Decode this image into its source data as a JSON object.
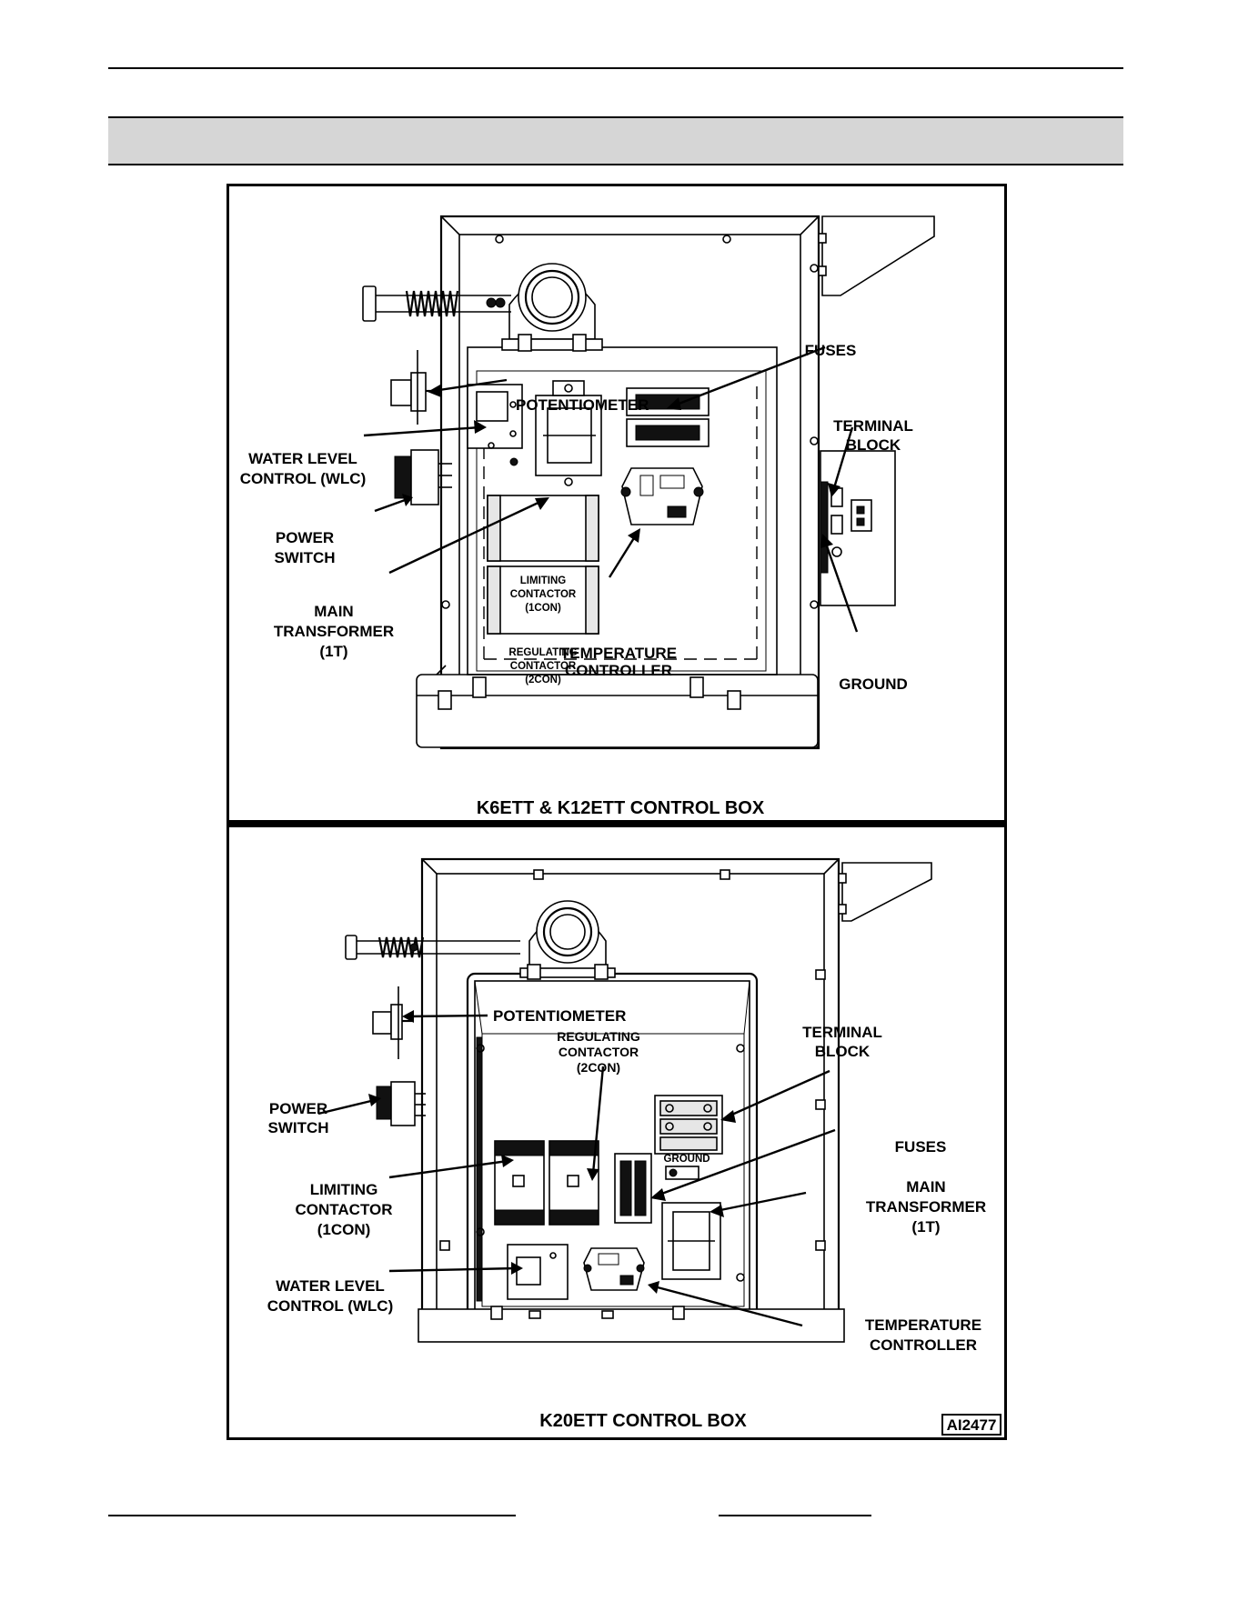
{
  "top_diagram": {
    "caption": "K6ETT & K12ETT CONTROL BOX",
    "labels": {
      "fuses": "FUSES",
      "terminal_block_1": "TERMINAL",
      "terminal_block_2": "BLOCK",
      "potentiometer": "POTENTIOMETER",
      "water_level_1": "WATER LEVEL",
      "water_level_2": "CONTROL (WLC)",
      "power_switch_1": "POWER",
      "power_switch_2": "SWITCH",
      "main_transformer_1": "MAIN",
      "main_transformer_2": "TRANSFORMER",
      "main_transformer_3": "(1T)",
      "limiting_1": "LIMITING",
      "limiting_2": "CONTACTOR",
      "limiting_3": "(1CON)",
      "regulating_1": "REGULATING",
      "regulating_2": "CONTACTOR",
      "regulating_3": "(2CON)",
      "temperature_1": "TEMPERATURE",
      "temperature_2": "CONTROLLER",
      "ground": "GROUND"
    }
  },
  "bottom_diagram": {
    "caption": "K20ETT CONTROL BOX",
    "figure_id": "AI2477",
    "labels": {
      "potentiometer": "POTENTIOMETER",
      "terminal_block_1": "TERMINAL",
      "terminal_block_2": "BLOCK",
      "regulating_1": "REGULATING",
      "regulating_2": "CONTACTOR",
      "regulating_3": "(2CON)",
      "power_switch_1": "POWER",
      "power_switch_2": "SWITCH",
      "ground": "GROUND",
      "fuses": "FUSES",
      "limiting_1": "LIMITING",
      "limiting_2": "CONTACTOR",
      "limiting_3": "(1CON)",
      "main_transformer_1": "MAIN",
      "main_transformer_2": "TRANSFORMER",
      "main_transformer_3": "(1T)",
      "water_level_1": "WATER LEVEL",
      "water_level_2": "CONTROL (WLC)",
      "temperature_1": "TEMPERATURE",
      "temperature_2": "CONTROLLER"
    }
  }
}
